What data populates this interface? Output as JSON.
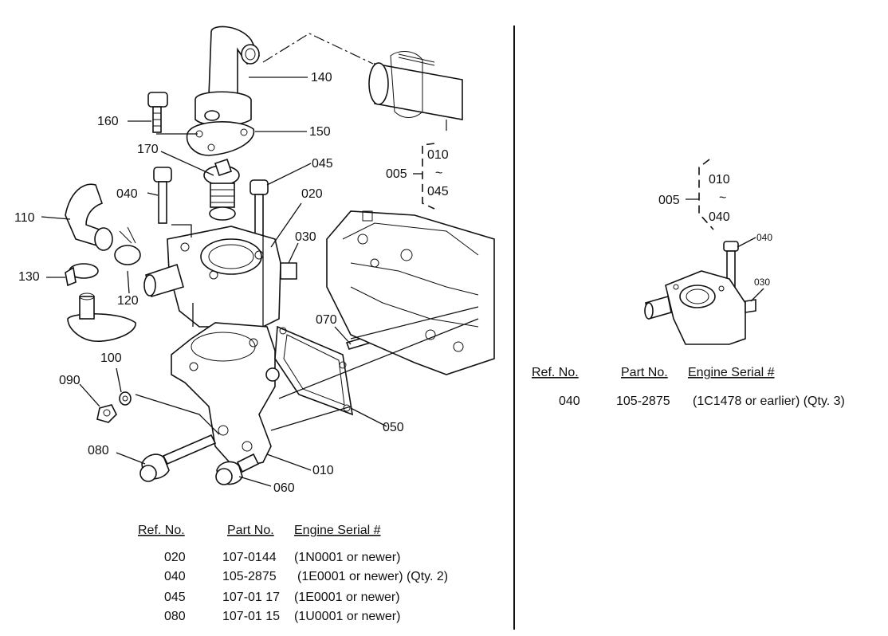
{
  "main_diagram": {
    "callouts": {
      "c140": "140",
      "c160": "160",
      "c150": "150",
      "c170": "170",
      "c045": "045",
      "c005": "005",
      "c010": "010",
      "tilde": "~",
      "c045b": "045",
      "c040": "040",
      "c020": "020",
      "c110": "110",
      "c030": "030",
      "c130": "130",
      "c120": "120",
      "c070": "070",
      "c100": "100",
      "c090": "090",
      "c050": "050",
      "c080": "080",
      "c010b": "010",
      "c060": "060"
    },
    "table": {
      "headers": [
        "Ref. No.",
        "Part No.",
        "Engine Serial #"
      ],
      "rows": [
        {
          "ref": "020",
          "part": "107-0144",
          "serial": "(1N0001 or newer)"
        },
        {
          "ref": "040",
          "part": "105-2875",
          "serial": "(1E0001 or newer) (Qty. 2)"
        },
        {
          "ref": "045",
          "part": "107-01 17",
          "serial": "(1E0001 or newer)"
        },
        {
          "ref": "080",
          "part": "107-01 15",
          "serial": "(1U0001 or newer)"
        }
      ]
    }
  },
  "inset_diagram": {
    "callouts": {
      "c010": "010",
      "tilde": "~",
      "c040": "040",
      "c005": "005",
      "c040b": "040",
      "c030": "030"
    },
    "table": {
      "headers": [
        "Ref. No.",
        "Part No.",
        "Engine Serial #"
      ],
      "rows": [
        {
          "ref": "040",
          "part": "105-2875",
          "serial": "(1C1478 or earlier) (Qty. 3)"
        }
      ]
    }
  }
}
